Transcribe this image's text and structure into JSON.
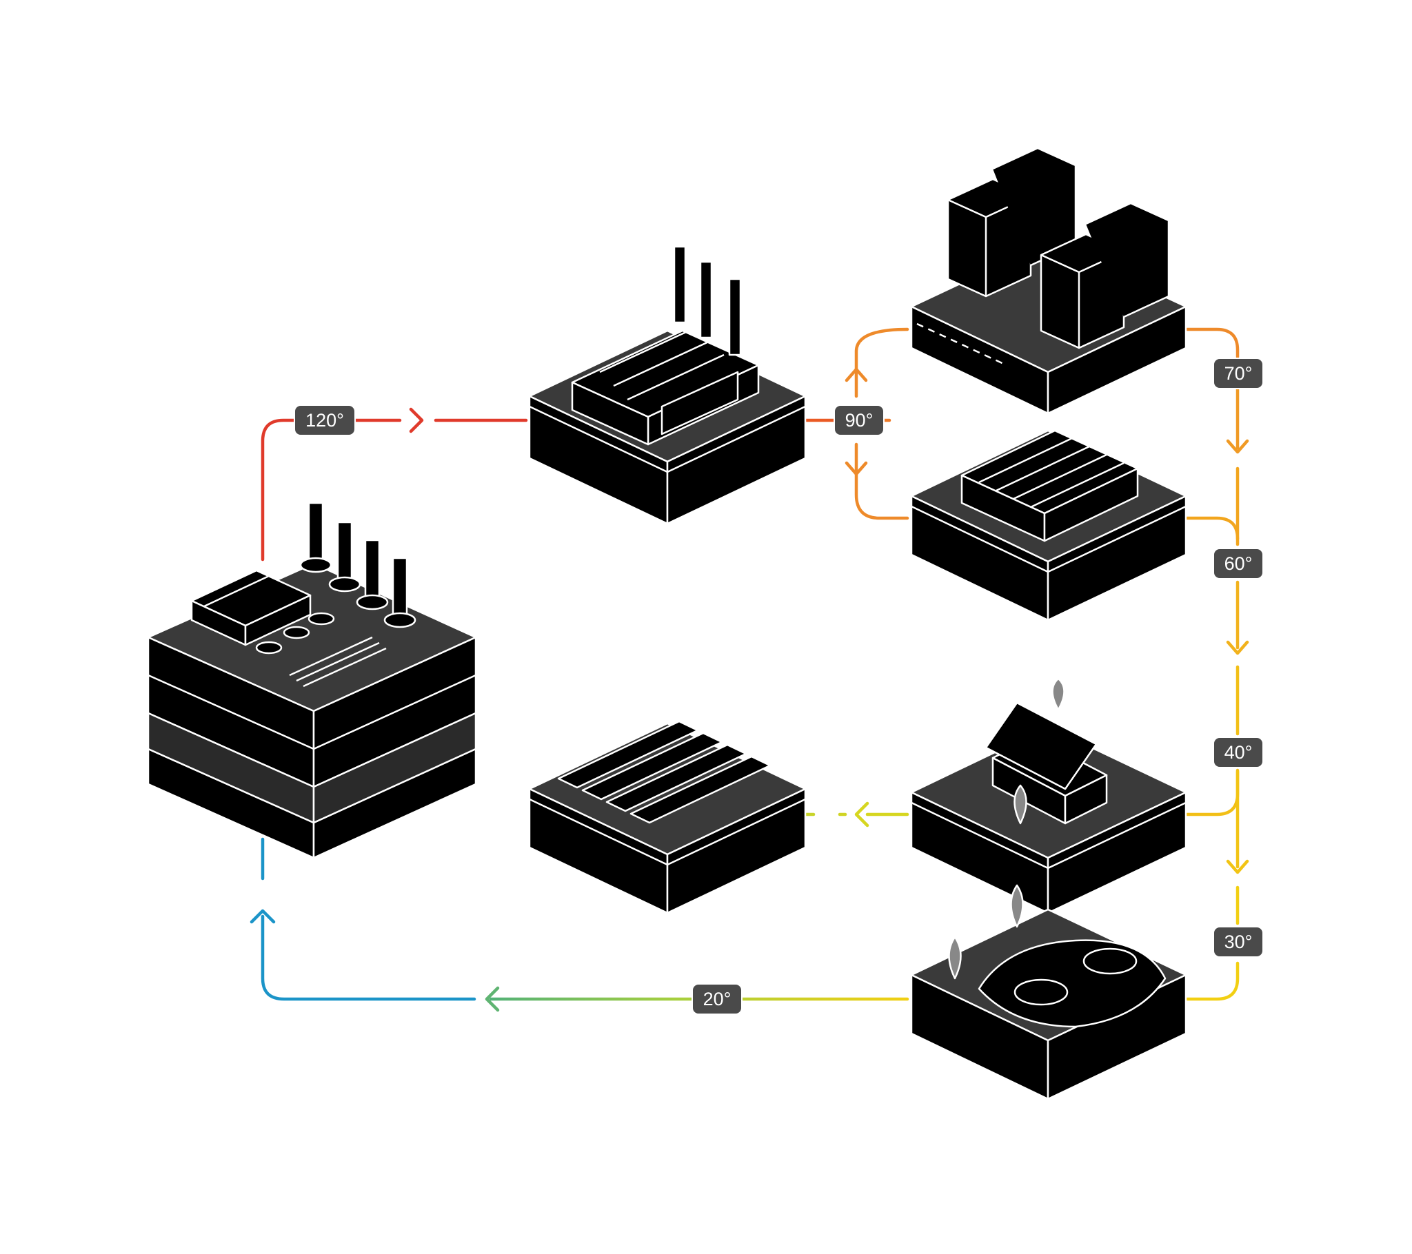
{
  "labels": {
    "t120": "120°",
    "t90": "90°",
    "t70": "70°",
    "t60": "60°",
    "t40": "40°",
    "t30": "30°",
    "t20": "20°"
  },
  "colors": {
    "red": "#e03a2b",
    "orange_red": "#ea5a24",
    "orange": "#ee8a2a",
    "amber": "#f2a51d",
    "yellow": "#f2cf12",
    "lime": "#c8d42a",
    "green": "#7fbf5a",
    "blue": "#1b94c8",
    "label_bg": "#4a4a4a",
    "block": "#000000",
    "block_top": "#3a3a3a"
  },
  "nodes": [
    "power-plant",
    "factory",
    "office-towers",
    "greenhouse",
    "house",
    "crop-field",
    "fish-farm"
  ]
}
